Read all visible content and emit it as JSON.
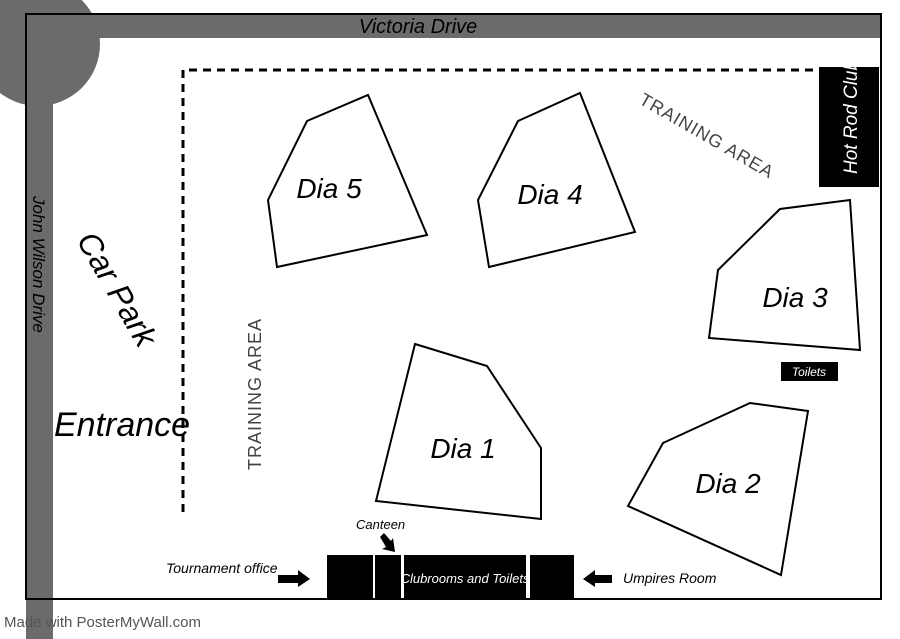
{
  "roads": {
    "top": "Victoria Drive",
    "left": "John Wilson Drive"
  },
  "labels": {
    "car_park": "Car Park",
    "entrance": "Entrance",
    "training_area_top": "TRAINING AREA",
    "training_area_left": "TRAINING AREA",
    "hot_rod_club": "Hot Rod Club",
    "toilets": "Toilets",
    "canteen": "Canteen",
    "tournament_office": "Tournament office",
    "clubrooms": "Clubrooms and Toilets",
    "umpires_room": "Umpires Room"
  },
  "diamonds": [
    {
      "label": "Dia 1"
    },
    {
      "label": "Dia 2"
    },
    {
      "label": "Dia 3"
    },
    {
      "label": "Dia 4"
    },
    {
      "label": "Dia 5"
    }
  ],
  "watermark": "Made with PosterMyWall.com",
  "colors": {
    "road": "#6b6b6b",
    "building": "#000000",
    "line": "#000000"
  }
}
